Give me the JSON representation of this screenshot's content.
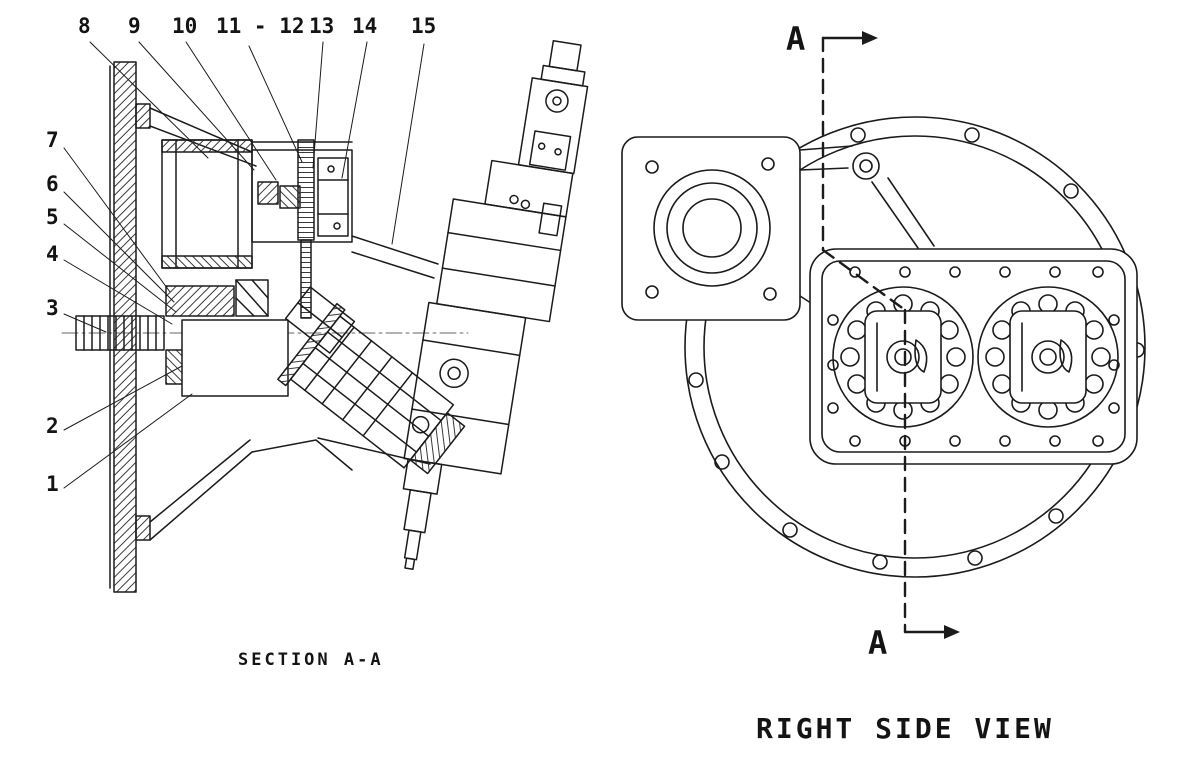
{
  "diagram": {
    "description": "Pump assembly engineering drawing: cross-section with numbered callouts and right side view with section line",
    "left_view": {
      "caption": "SECTION A-A",
      "top_callouts": [
        "8",
        "9",
        "10",
        "11 - 12",
        "13",
        "14",
        "15"
      ],
      "left_callouts": [
        "7",
        "6",
        "5",
        "4",
        "3",
        "2",
        "1"
      ]
    },
    "right_view": {
      "caption": "RIGHT SIDE VIEW",
      "section_label_top": "A",
      "section_label_bottom": "A"
    },
    "colors": {
      "ink": "#1b1b1b",
      "paper": "#ffffff"
    }
  }
}
